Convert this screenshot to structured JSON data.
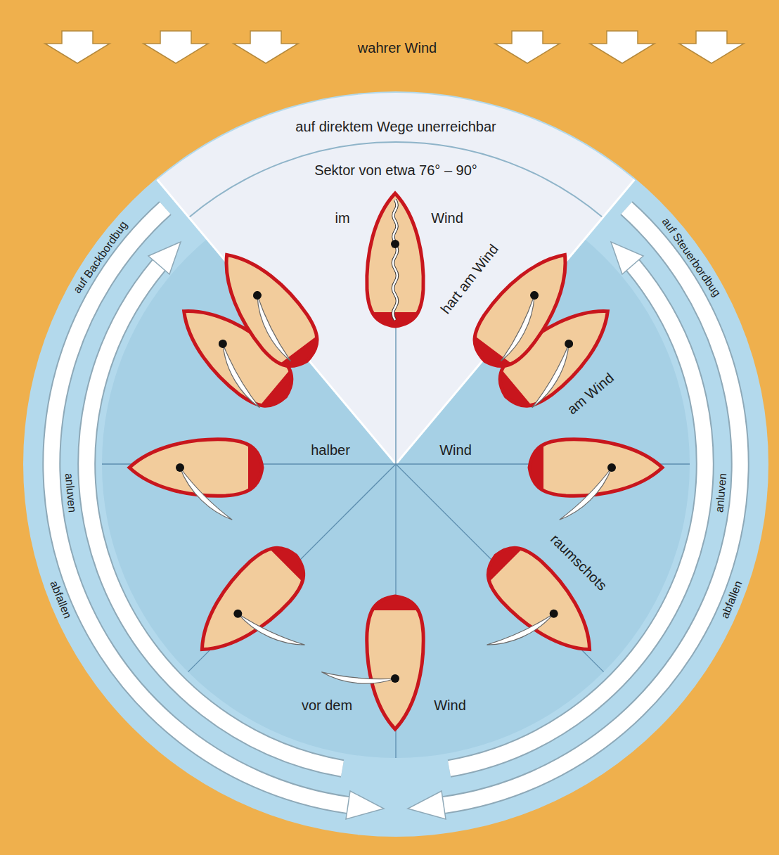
{
  "diagram": {
    "labels": [
      "wahrer Wind",
      "auf direktem Wege unerreichbar",
      "Sektor von etwa 76° – 90°",
      "auf Backbordbug",
      "im",
      "Wind",
      "hart am Wind",
      "auf Steuerbordbug",
      "am Wind",
      "halber",
      "Wind",
      "anluven",
      "anluven",
      "raumschots",
      "abfallen",
      "abfallen",
      "vor dem",
      "Wind"
    ]
  }
}
